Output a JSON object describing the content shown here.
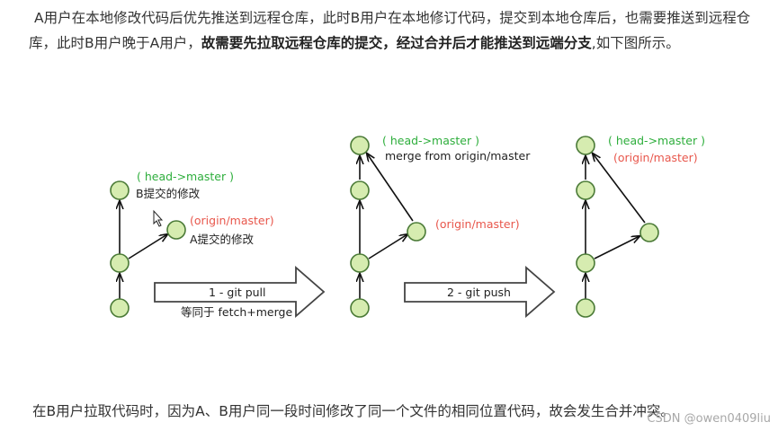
{
  "intro": {
    "part1": "A用户在本地修改代码后优先推送到远程仓库，此时B用户在本地修订代码，提交到本地仓库后，也需要推送到远程仓库，此时B用户晚于A用户，",
    "bold": "故需要先拉取远程仓库的提交，经过合并后才能推送到远端分支",
    "part2": ",如下图所示。"
  },
  "diagram": {
    "left": {
      "head_label": "( head->master )",
      "b_commit_label": "B提交的修改",
      "origin_label": "(origin/master)",
      "a_commit_label": "A提交的修改"
    },
    "arrow1": {
      "label": "1 - git pull",
      "sub_label": "等同于 fetch+merge"
    },
    "middle": {
      "head_label": "( head->master )",
      "merge_label": "merge from origin/master",
      "origin_label": "(origin/master)"
    },
    "arrow2": {
      "label": "2 - git push"
    },
    "right": {
      "head_label": "( head->master )",
      "origin_label": "(origin/master)"
    },
    "colors": {
      "head": "#2eae3c",
      "origin": "#e8574c",
      "node_fill": "#d6ecb0",
      "node_stroke": "#4a7a36"
    }
  },
  "conclusion": "在B用户拉取代码时，因为A、B用户同一段时间修改了同一个文件的相同位置代码，故会发生合并冲突。",
  "watermark": "CSDN @owen0409liu"
}
